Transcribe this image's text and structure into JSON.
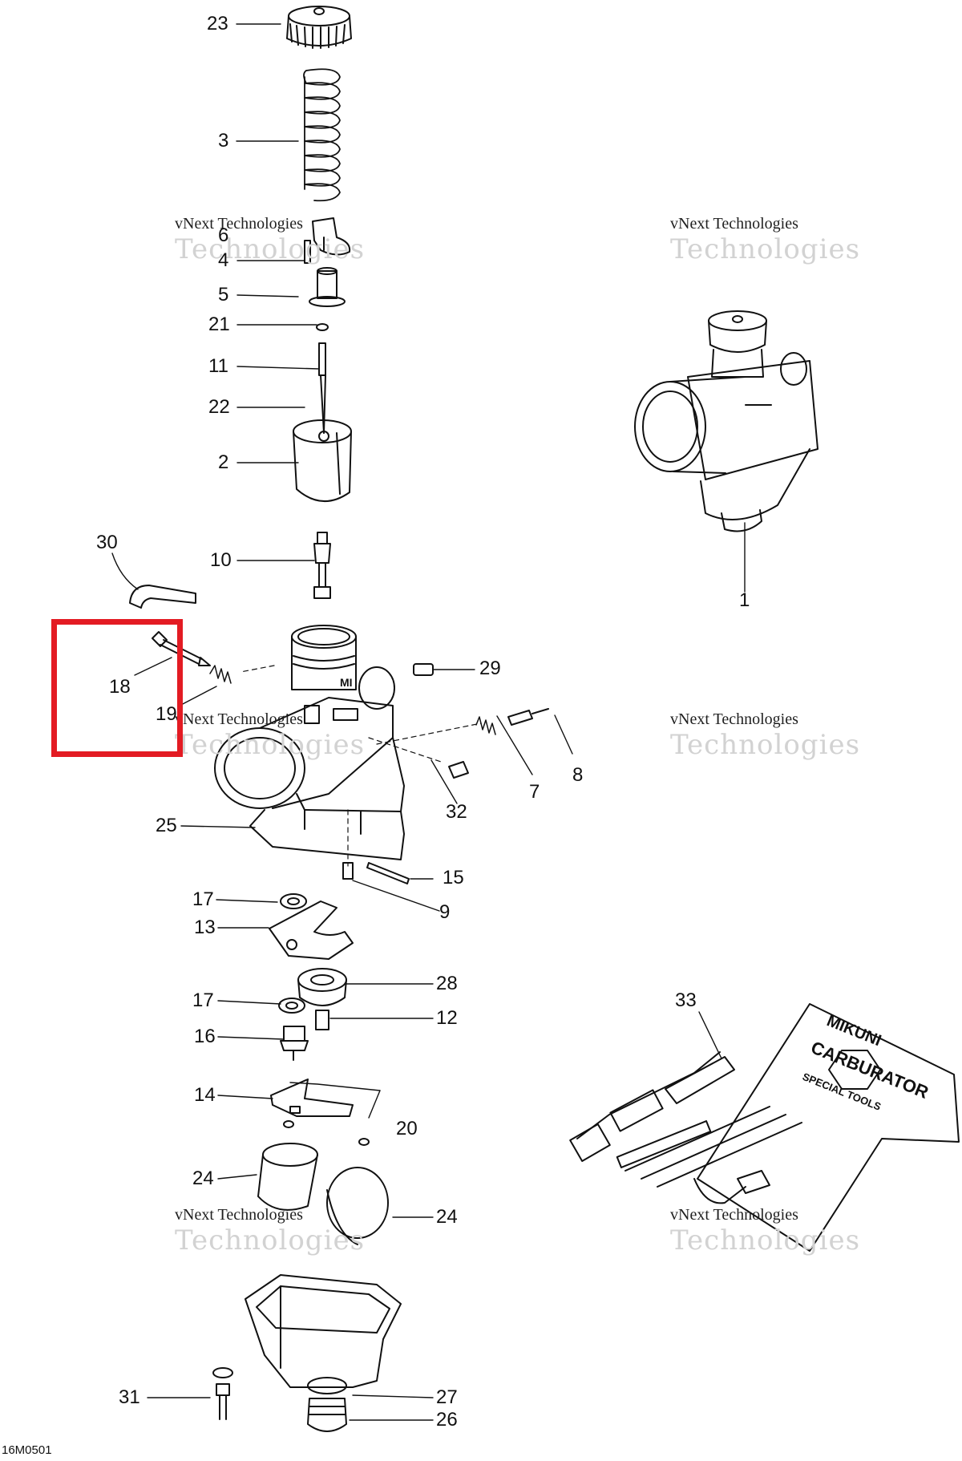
{
  "diagram_code": "16M0501",
  "watermark": {
    "line1": "vNext Technologies",
    "line2": "Technologies"
  },
  "tool_kit_text": {
    "line1": "MIKUNI",
    "line2": "CARBURATOR",
    "line3": "SPECIAL TOOLS"
  },
  "body_logo": "MI",
  "highlight": {
    "color": "#e31b23",
    "parts": [
      "18",
      "19"
    ]
  },
  "labels": [
    {
      "id": "23",
      "text": "23"
    },
    {
      "id": "3",
      "text": "3"
    },
    {
      "id": "6",
      "text": "6"
    },
    {
      "id": "4",
      "text": "4"
    },
    {
      "id": "5",
      "text": "5"
    },
    {
      "id": "21",
      "text": "21"
    },
    {
      "id": "11",
      "text": "11"
    },
    {
      "id": "22",
      "text": "22"
    },
    {
      "id": "2",
      "text": "2"
    },
    {
      "id": "10",
      "text": "10"
    },
    {
      "id": "30",
      "text": "30"
    },
    {
      "id": "1",
      "text": "1"
    },
    {
      "id": "18",
      "text": "18"
    },
    {
      "id": "19",
      "text": "19"
    },
    {
      "id": "29",
      "text": "29"
    },
    {
      "id": "7",
      "text": "7"
    },
    {
      "id": "8",
      "text": "8"
    },
    {
      "id": "32",
      "text": "32"
    },
    {
      "id": "25",
      "text": "25"
    },
    {
      "id": "15",
      "text": "15"
    },
    {
      "id": "9",
      "text": "9"
    },
    {
      "id": "17a",
      "text": "17"
    },
    {
      "id": "13",
      "text": "13"
    },
    {
      "id": "28",
      "text": "28"
    },
    {
      "id": "17b",
      "text": "17"
    },
    {
      "id": "12",
      "text": "12"
    },
    {
      "id": "16",
      "text": "16"
    },
    {
      "id": "14",
      "text": "14"
    },
    {
      "id": "20",
      "text": "20"
    },
    {
      "id": "24a",
      "text": "24"
    },
    {
      "id": "24b",
      "text": "24"
    },
    {
      "id": "33",
      "text": "33"
    },
    {
      "id": "31",
      "text": "31"
    },
    {
      "id": "27",
      "text": "27"
    },
    {
      "id": "26",
      "text": "26"
    }
  ]
}
